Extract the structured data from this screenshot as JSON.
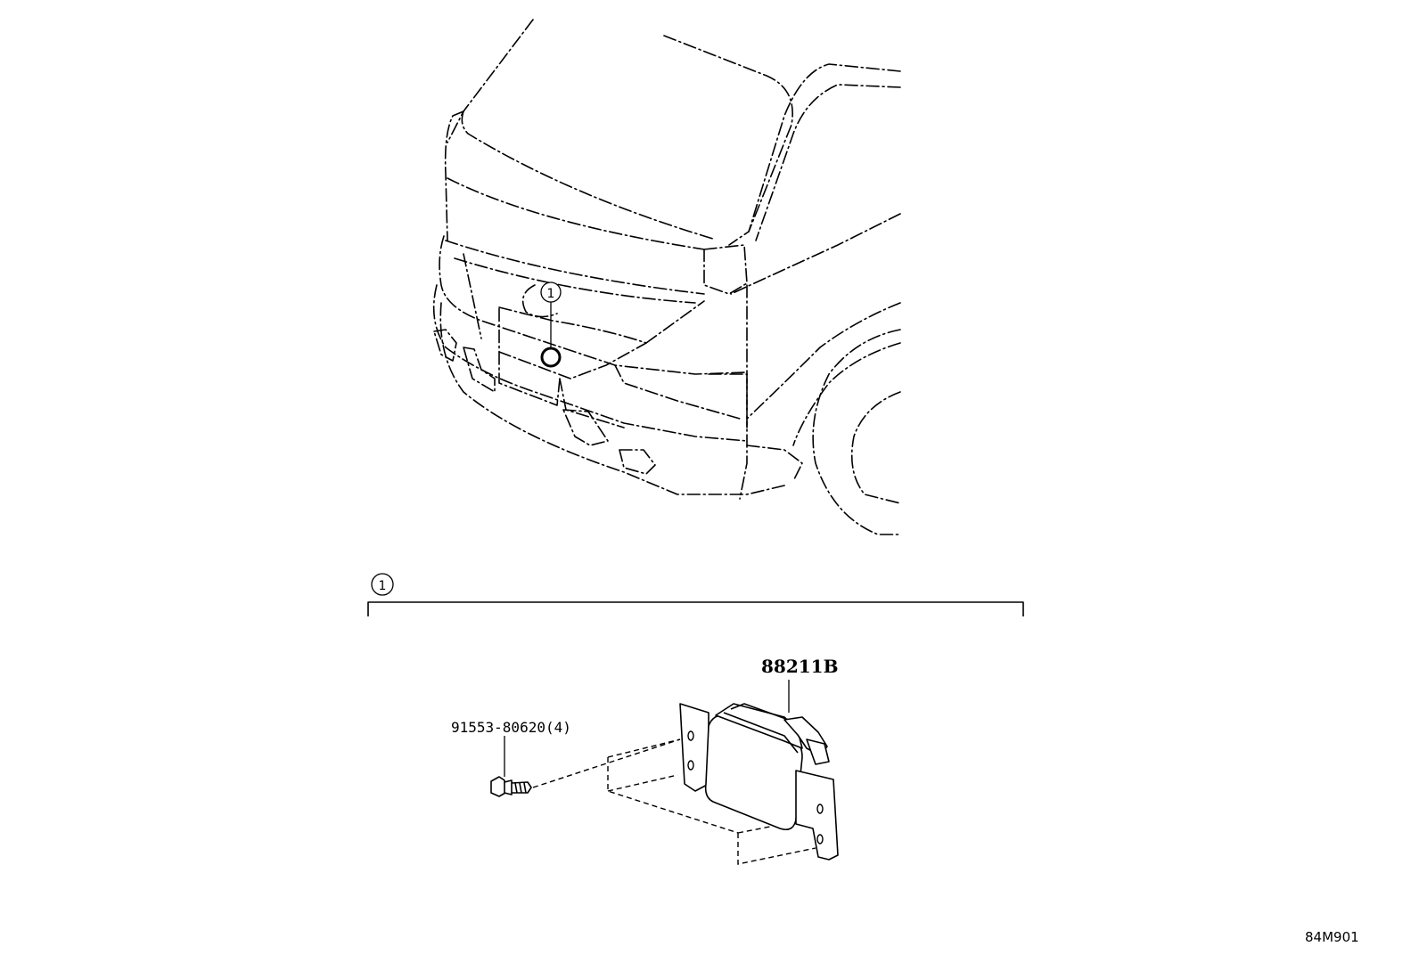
{
  "callouts": {
    "vehicle_ref": "1",
    "group_ref": "1"
  },
  "parts": {
    "sensor_label": "88211B",
    "bolt_label": "91553-80620(4)"
  },
  "illustration_code": "84M901"
}
